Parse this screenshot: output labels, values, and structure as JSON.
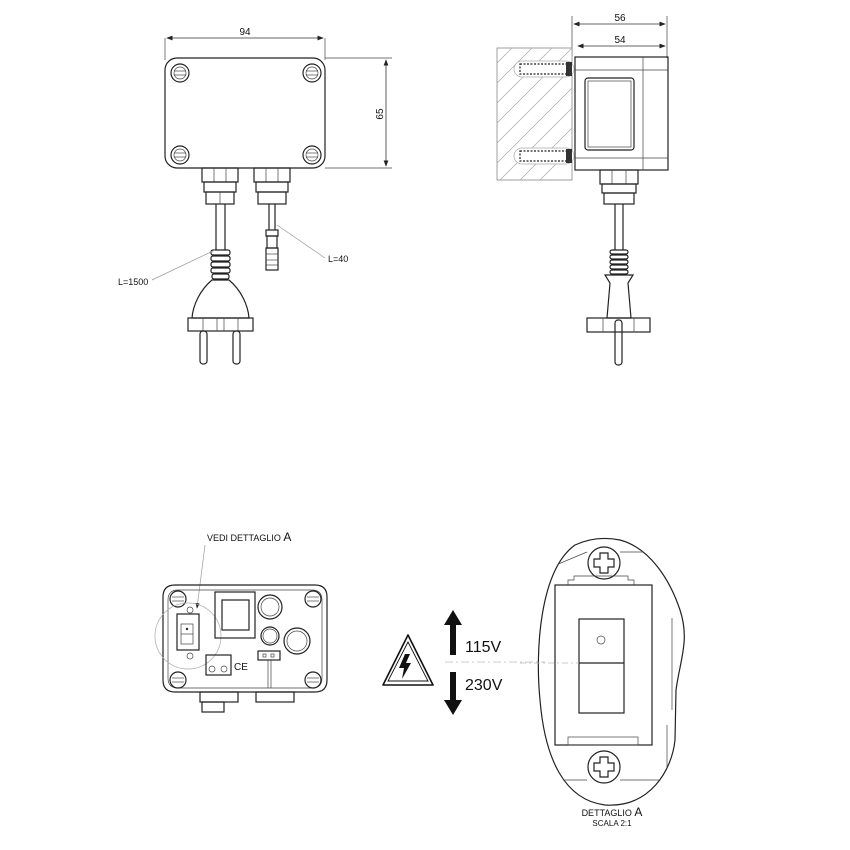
{
  "front_view": {
    "width_dim": "94",
    "height_dim": "65",
    "cable_length_label": "L=1500",
    "connector_length_label": "L=40"
  },
  "side_view": {
    "outer_depth_dim": "56",
    "inner_depth_dim": "54"
  },
  "interior_view": {
    "callout": "VEDI DETTAGLIO ",
    "callout_letter": "A",
    "ce_mark": "CE"
  },
  "voltage_selector": {
    "up_label": "115V",
    "down_label": "230V",
    "warning_icon": "high-voltage-warning-icon"
  },
  "detail_view": {
    "title": "DETTAGLIO ",
    "title_letter": "A",
    "scale": "SCALA 2:1"
  }
}
